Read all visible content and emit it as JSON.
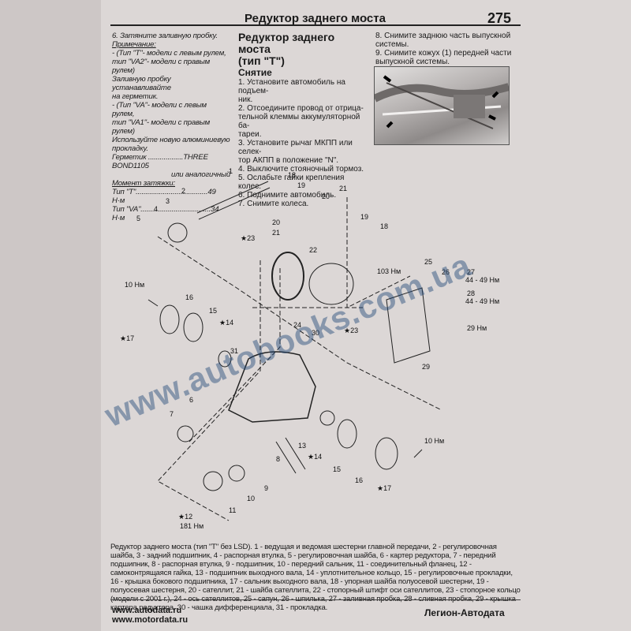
{
  "header": {
    "title": "Редуктор заднего моста",
    "page_number": "275"
  },
  "left_column": {
    "lines": [
      "6. Затяните заливную пробку.",
      "Примечание:",
      "- (Тип \"Т\"- модели с левым рулем,",
      "тип \"VA2\"- модели с правым рулем)",
      "Заливную пробку устанавливайте",
      "на герметик.",
      "- (Тип \"VA\"- модели с левым рулем,",
      "тип \"VA1\"- модели с правым рулем)",
      "Используйте новую алюминиевую",
      "прокладку.",
      "Герметик ..................THREE BOND1105",
      "или аналогичный",
      "Момент затяжки:",
      "Тип \"Т\".....................................49 Н·м",
      "Тип \"VA\"....................................34 Н·м"
    ]
  },
  "middle_column": {
    "title_line1": "Редуктор заднего моста",
    "title_line2": "(тип \"Т\")",
    "subtitle": "Снятие",
    "steps": [
      "1. Установите автомобиль на подъем-",
      "ник.",
      "2. Отсоедините провод от отрица-",
      "тельной клеммы аккумуляторной ба-",
      "тареи.",
      "3. Установите рычаг МКПП или селек-",
      "тор АКПП в положение \"N\".",
      "4. Выключите стояночный тормоз.",
      "5. Ослабьте гайки крепления колес.",
      "6. Поднимите автомобиль.",
      "7. Снимите колеса."
    ]
  },
  "right_column": {
    "steps": [
      "8. Снимите заднюю часть выпускной",
      "системы.",
      "9. Снимите кожух (1) передней части",
      "выпускной системы."
    ]
  },
  "diagram": {
    "labels": {
      "l1": "1",
      "l2": "2",
      "l3": "3",
      "l4": "4",
      "l5": "5",
      "l6": "6",
      "l7": "7",
      "l8": "8",
      "l9": "9",
      "l10": "10",
      "l11": "11",
      "l12": "★12",
      "l13": "13",
      "l14a": "★14",
      "l14b": "★14",
      "l15a": "15",
      "l15b": "15",
      "l16a": "16",
      "l16b": "16",
      "l17a": "★17",
      "l17b": "★17",
      "l18a": "18",
      "l18b": "18",
      "l19a": "19",
      "l19b": "19",
      "l20a": "20",
      "l20b": "20",
      "l21a": "21",
      "l21b": "21",
      "l22": "22",
      "l23a": "★23",
      "l23b": "★23",
      "l24": "24",
      "l25": "25",
      "l26": "26",
      "l27": "27",
      "l28": "28",
      "l29a": "29",
      "l29b": "29 Нм",
      "l30": "30",
      "l31": "31",
      "t10a": "10 Нм",
      "t10b": "10 Нм",
      "t103": "103 Нм",
      "t44a": "44 - 49 Нм",
      "t44b": "44 - 49 Нм",
      "t181": "181 Нм"
    }
  },
  "caption": "Редуктор заднего моста (тип \"Т\" без LSD). 1 - ведущая и ведомая шестерни главной передачи, 2 - регулировочная шайба, 3 - задний подшипник, 4 - распорная втулка, 5 - регулировочная шайба, 6 - картер редуктора, 7 - передний подшипник, 8 - распорная втулка, 9 - подшипник, 10 - передний сальник, 11 - соединительный фланец, 12 - самоконтрящаяся гайка, 13 - подшипник выходного вала, 14 - уплотнительное кольцо, 15 - регулировочные прокладки, 16 - крышка бокового подшипника, 17 - сальник выходного вала, 18 - упорная шайба полуосевой шестерни, 19 - полуосевая шестерня, 20 - сателлит, 21 - шайба сателлита, 22 - стопорный штифт оси сателлитов, 23 - стопорное кольцо (модели с 2001 г.), 24 - ось сателлитов, 25 - сапун, 26 - шпилька, 27 - заливная пробка, 28 - сливная пробка, 29 - крышка картера редуктора, 30 - чашка дифференциала, 31 - прокладка.",
  "footer": {
    "url1": "www.autodata.ru",
    "url2": "www.motordata.ru",
    "brand": "Легион-Автодата"
  },
  "watermark": "www.autobooks.com.ua",
  "colors": {
    "paper": "#dcd7d6",
    "ink": "#1a1a1a",
    "watermark": "#1e4678"
  }
}
